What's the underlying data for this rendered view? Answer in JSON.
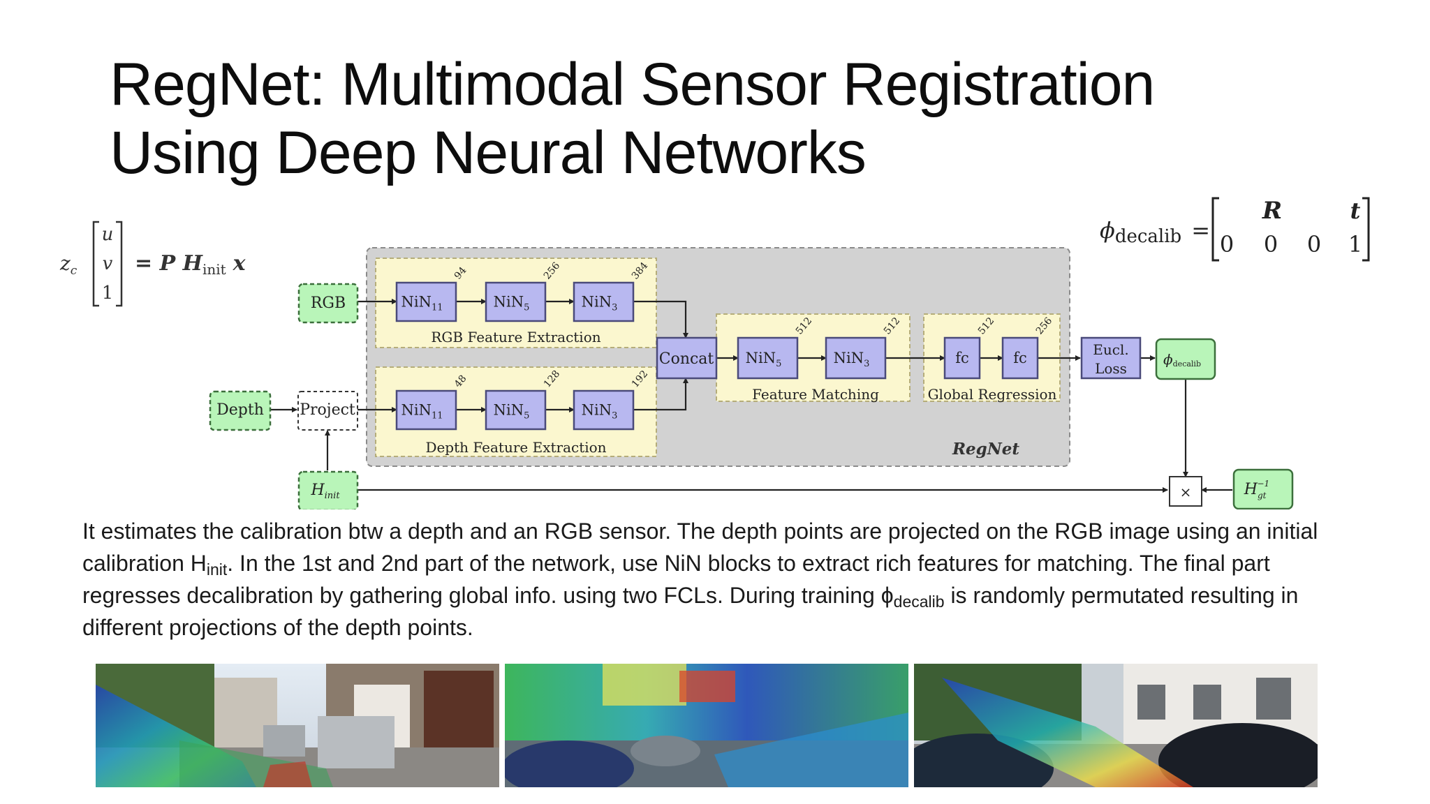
{
  "title": {
    "line1": "RegNet: Multimodal Sensor Registration",
    "line2": "Using Deep Neural Networks"
  },
  "equations": {
    "projection": {
      "zc": "z",
      "zc_sub": "c",
      "vec": [
        "u",
        "v",
        "1"
      ],
      "rhs": "= P H",
      "rhs_sub": "init",
      "rhs_x": "x"
    },
    "decalib": {
      "phi": "ϕ",
      "phi_sub": "decalib",
      "eq": "=",
      "row1": [
        "R",
        "t"
      ],
      "row2": [
        "0",
        "0",
        "0",
        "1"
      ]
    }
  },
  "diagram": {
    "inputs": {
      "rgb": "RGB",
      "depth": "Depth",
      "project": "Project",
      "hinit": "H",
      "hinit_sub": "init"
    },
    "rgb_branch": {
      "label": "RGB Feature Extraction",
      "blocks": [
        {
          "name": "NiN",
          "sub": "11",
          "channels": "94"
        },
        {
          "name": "NiN",
          "sub": "5",
          "channels": "256"
        },
        {
          "name": "NiN",
          "sub": "3",
          "channels": "384"
        }
      ]
    },
    "depth_branch": {
      "label": "Depth Feature Extraction",
      "blocks": [
        {
          "name": "NiN",
          "sub": "11",
          "channels": "48"
        },
        {
          "name": "NiN",
          "sub": "5",
          "channels": "128"
        },
        {
          "name": "NiN",
          "sub": "3",
          "channels": "192"
        }
      ]
    },
    "concat": "Concat",
    "feature_matching": {
      "label": "Feature Matching",
      "blocks": [
        {
          "name": "NiN",
          "sub": "5",
          "channels": "512"
        },
        {
          "name": "NiN",
          "sub": "3",
          "channels": "512"
        }
      ]
    },
    "global_regression": {
      "label": "Global Regression",
      "blocks": [
        {
          "name": "fc",
          "channels": "512"
        },
        {
          "name": "fc",
          "channels": "256"
        }
      ]
    },
    "loss": [
      "Eucl.",
      "Loss"
    ],
    "phi_out": "ϕ",
    "phi_out_sub": "decalib",
    "multiply": "×",
    "hgt": "H",
    "hgt_sub": "gt",
    "hgt_sup": "−1",
    "regnet_label": "RegNet"
  },
  "body": {
    "seg1": "It estimates the calibration btw a depth and an RGB sensor. The depth points are projected on the RGB image using an initial calibration H",
    "sub1": "init",
    "seg2": ". In the 1st and 2nd part of the network, use NiN blocks to extract rich features for matching. The final part regresses decalibration by gathering global info. using two FCLs. During training ϕ",
    "sub2": "decalib",
    "seg3": " is randomly permutated resulting in different projections of the depth points."
  },
  "colors": {
    "block_fill": "#b8b8f0",
    "block_stroke": "#4a4a7a",
    "stage_fill": "#fbf7cf",
    "regnet_fill": "#d2d2d2",
    "io_fill": "#b9f5b9",
    "io_stroke": "#3b6f3b"
  }
}
